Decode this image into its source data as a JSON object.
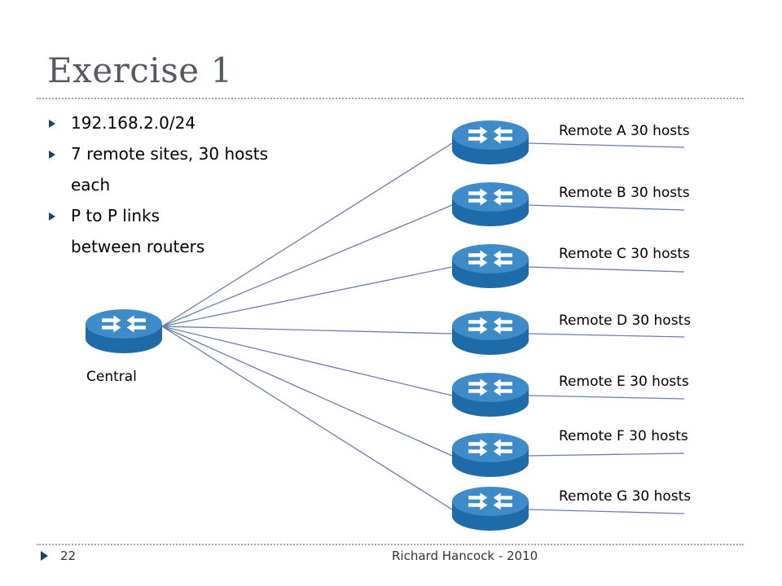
{
  "slide": {
    "title": "Exercise 1",
    "bullets": [
      "192.168.2.0/24",
      "7 remote sites, 30 hosts each",
      "P to P links between routers"
    ],
    "footer": {
      "page_number": "22",
      "author": "Richard Hancock - 2010"
    }
  },
  "diagram": {
    "central": {
      "label": "Central",
      "icon": "router-icon"
    },
    "remotes": [
      {
        "id": "a",
        "label": "Remote A 30 hosts",
        "icon": "router-icon"
      },
      {
        "id": "b",
        "label": "Remote B 30 hosts",
        "icon": "router-icon"
      },
      {
        "id": "c",
        "label": "Remote C 30 hosts",
        "icon": "router-icon"
      },
      {
        "id": "d",
        "label": "Remote D 30 hosts",
        "icon": "router-icon"
      },
      {
        "id": "e",
        "label": "Remote E 30 hosts",
        "icon": "router-icon"
      },
      {
        "id": "f",
        "label": "Remote F 30 hosts",
        "icon": "router-icon"
      },
      {
        "id": "g",
        "label": "Remote G 30 hosts",
        "icon": "router-icon"
      }
    ]
  },
  "colors": {
    "router_top": "#3d8bc9",
    "router_side": "#1d6ba8",
    "router_arrows": "#ffffff",
    "link_line": "#6b7fa8",
    "accent": "#1f3f66"
  }
}
